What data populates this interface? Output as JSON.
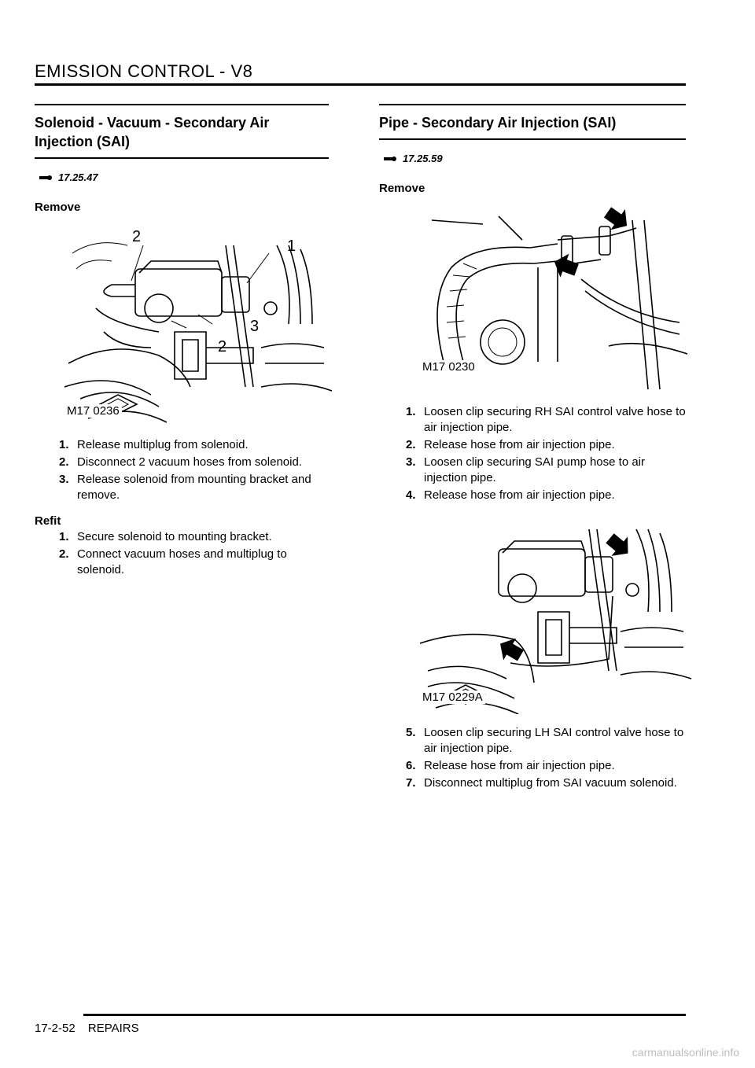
{
  "header": {
    "title": "EMISSION CONTROL - V8"
  },
  "left_section": {
    "title": "Solenoid - Vacuum - Secondary Air Injection (SAI)",
    "ref": "17.25.47",
    "remove_heading": "Remove",
    "figure": {
      "label": "M17 0236",
      "callouts": [
        "2",
        "1",
        "3",
        "2"
      ]
    },
    "remove_steps": [
      {
        "num": "1.",
        "text": "Release multiplug from solenoid."
      },
      {
        "num": "2.",
        "text": "Disconnect 2 vacuum hoses from solenoid."
      },
      {
        "num": "3.",
        "text": "Release solenoid from mounting bracket and remove."
      }
    ],
    "refit_heading": "Refit",
    "refit_steps": [
      {
        "num": "1.",
        "text": "Secure solenoid to mounting bracket."
      },
      {
        "num": "2.",
        "text": "Connect vacuum hoses and multiplug to solenoid."
      }
    ]
  },
  "right_section": {
    "title": "Pipe - Secondary Air Injection (SAI)",
    "ref": "17.25.59",
    "remove_heading": "Remove",
    "figure1": {
      "label": "M17 0230"
    },
    "steps_a": [
      {
        "num": "1.",
        "text": "Loosen clip securing RH SAI control valve hose to air injection pipe."
      },
      {
        "num": "2.",
        "text": "Release hose from air injection pipe."
      },
      {
        "num": "3.",
        "text": "Loosen clip securing SAI pump hose to air injection pipe."
      },
      {
        "num": "4.",
        "text": "Release hose from air injection pipe."
      }
    ],
    "figure2": {
      "label": "M17 0229A"
    },
    "steps_b": [
      {
        "num": "5.",
        "text": "Loosen clip securing LH SAI control valve hose to air injection pipe."
      },
      {
        "num": "6.",
        "text": "Release hose from air injection pipe."
      },
      {
        "num": "7.",
        "text": "Disconnect multiplug from SAI vacuum solenoid."
      }
    ]
  },
  "footer": {
    "page_number": "17-2-52",
    "section": "REPAIRS"
  },
  "watermark": "carmanualsonline.info"
}
